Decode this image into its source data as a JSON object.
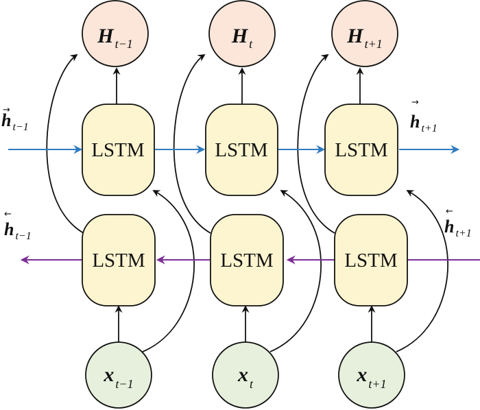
{
  "diagram": {
    "type": "bidirectional-lstm",
    "colors": {
      "output_fill": "#fbe6d9",
      "lstm_fill": "#fdf5cf",
      "input_fill": "#e6f0dc",
      "stroke": "#111111",
      "forward_arrow": "#2f7cc0",
      "backward_arrow": "#7a2f96"
    },
    "block_label": "LSTM",
    "outputs": [
      {
        "main": "H",
        "sub": "t−1"
      },
      {
        "main": "H",
        "sub": "t"
      },
      {
        "main": "H",
        "sub": "t+1"
      }
    ],
    "inputs": [
      {
        "main": "x",
        "sub": "t−1"
      },
      {
        "main": "x",
        "sub": "t"
      },
      {
        "main": "x",
        "sub": "t+1"
      }
    ],
    "state_labels": {
      "forward_in": {
        "main": "h",
        "sub": "t−1",
        "mark": "→"
      },
      "forward_out": {
        "main": "h",
        "sub": "t+1",
        "mark": "→"
      },
      "backward_out": {
        "main": "h",
        "sub": "t−1",
        "mark": "←"
      },
      "backward_in": {
        "main": "h",
        "sub": "t+1",
        "mark": "←"
      }
    }
  }
}
